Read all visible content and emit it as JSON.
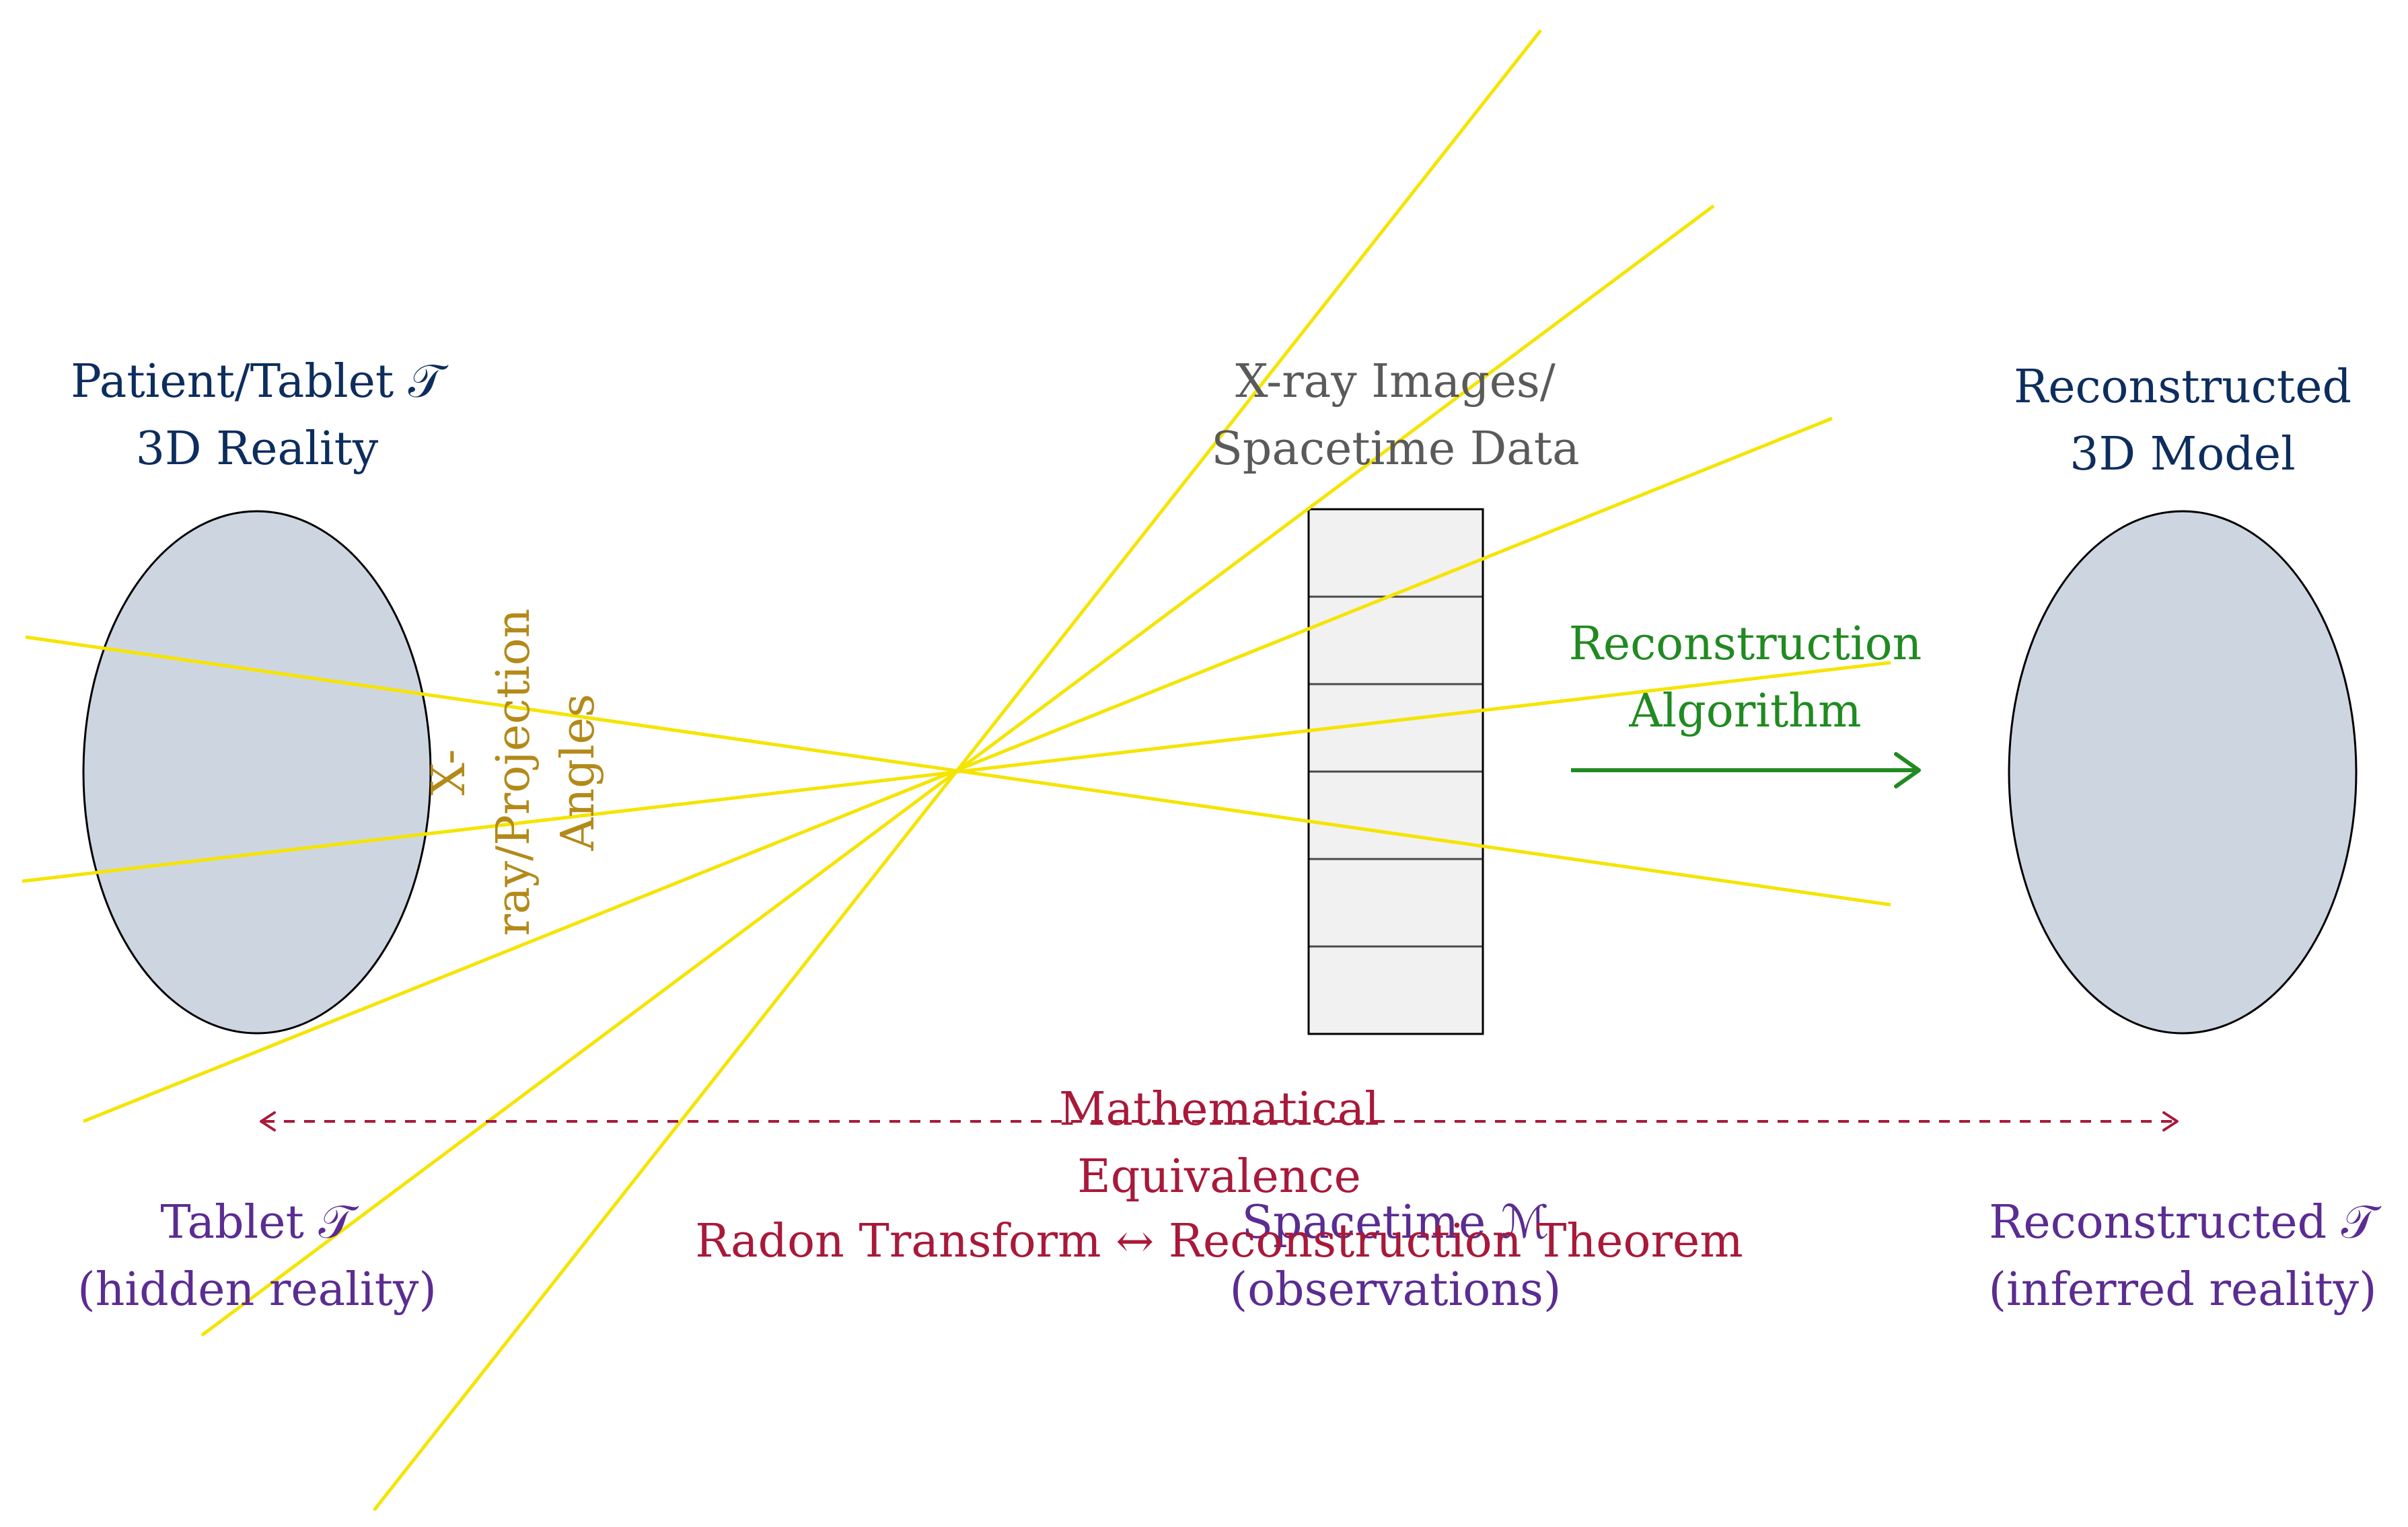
{
  "colors": {
    "navy": "#0d2d5e",
    "gray": "#5a5a5a",
    "gold": "#b38a1a",
    "green": "#218a21",
    "crimson": "#a8193a",
    "purple": "#5b2c91",
    "ray": "#f5e400",
    "ellipse_fill": "#cdd6e0",
    "panel_fill": "#f1f1f1"
  },
  "labels": {
    "patient_line1": "Patient/Tablet 𝒯",
    "patient_line2": "3D Reality",
    "xray_line1": "X-ray Images/",
    "xray_line2": "Spacetime Data",
    "recon_line1": "Reconstructed",
    "recon_line2": "3D Model",
    "angles_line1": "X-",
    "angles_line2": "ray/Projection",
    "angles_line3": "Angles",
    "algo_line1": "Reconstruction",
    "algo_line2": "Algorithm",
    "equiv_line1": "Mathematical",
    "equiv_line2": "Equivalence",
    "tablet_line1": "Tablet 𝒯",
    "tablet_line2": "(hidden reality)",
    "spacetime_line1": "Spacetime ℳ",
    "spacetime_line2": "(observations)",
    "radon": "Radon Transform ↔ Reconstruction Theorem",
    "inferred_line1": "Reconstructed 𝒯",
    "inferred_line2": "(inferred reality)"
  }
}
